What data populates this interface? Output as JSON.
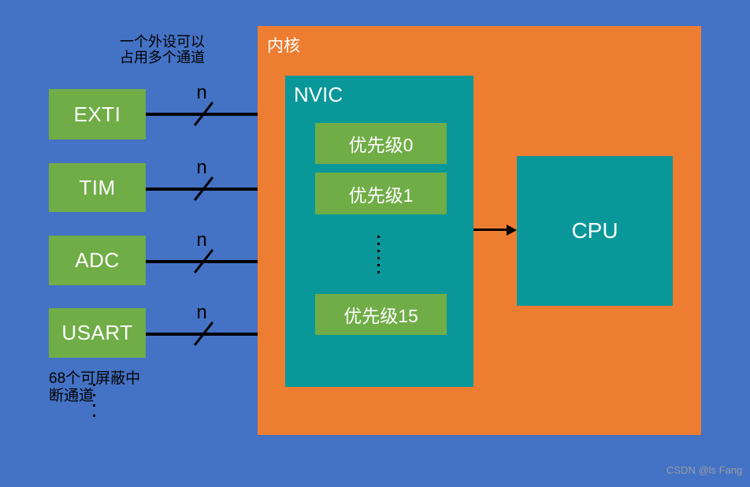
{
  "colors": {
    "background": "#4472C4",
    "kernel_box": "#ED7D31",
    "teal_box": "#0A9799",
    "green_box": "#70AD47",
    "arrow": "#000000",
    "annotation_text": "#000000",
    "box_text": "#FFFFFF",
    "watermark_text": "#9A9DA3"
  },
  "annotations": {
    "top_note_line1": "一个外设可以",
    "top_note_line2": "占用多个通道",
    "bottom_note_line1": "68个可屏蔽中",
    "bottom_note_line2": "断通道"
  },
  "peripherals": [
    {
      "label": "EXTI",
      "bus_width_label": "n"
    },
    {
      "label": "TIM",
      "bus_width_label": "n"
    },
    {
      "label": "ADC",
      "bus_width_label": "n"
    },
    {
      "label": "USART",
      "bus_width_label": "n"
    }
  ],
  "kernel": {
    "label": "内核",
    "nvic": {
      "label": "NVIC",
      "priorities": [
        "优先级0",
        "优先级1",
        "优先级15"
      ]
    },
    "cpu": {
      "label": "CPU"
    }
  },
  "watermark": "CSDN @ls Fang"
}
